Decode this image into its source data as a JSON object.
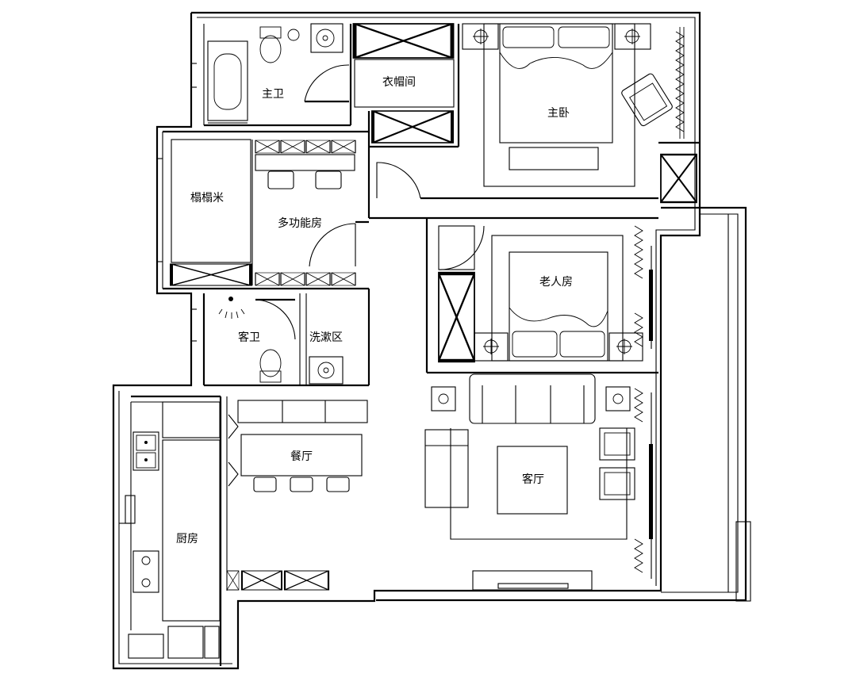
{
  "rooms": {
    "master_bath": "主卫",
    "walk_in_closet": "衣帽间",
    "master_bedroom": "主卧",
    "tatami": "榻榻米",
    "multi_room": "多功能房",
    "elder_room": "老人房",
    "guest_bath": "客卫",
    "wash_area": "洗漱区",
    "dining": "餐厅",
    "living": "客厅",
    "kitchen": "厨房"
  }
}
